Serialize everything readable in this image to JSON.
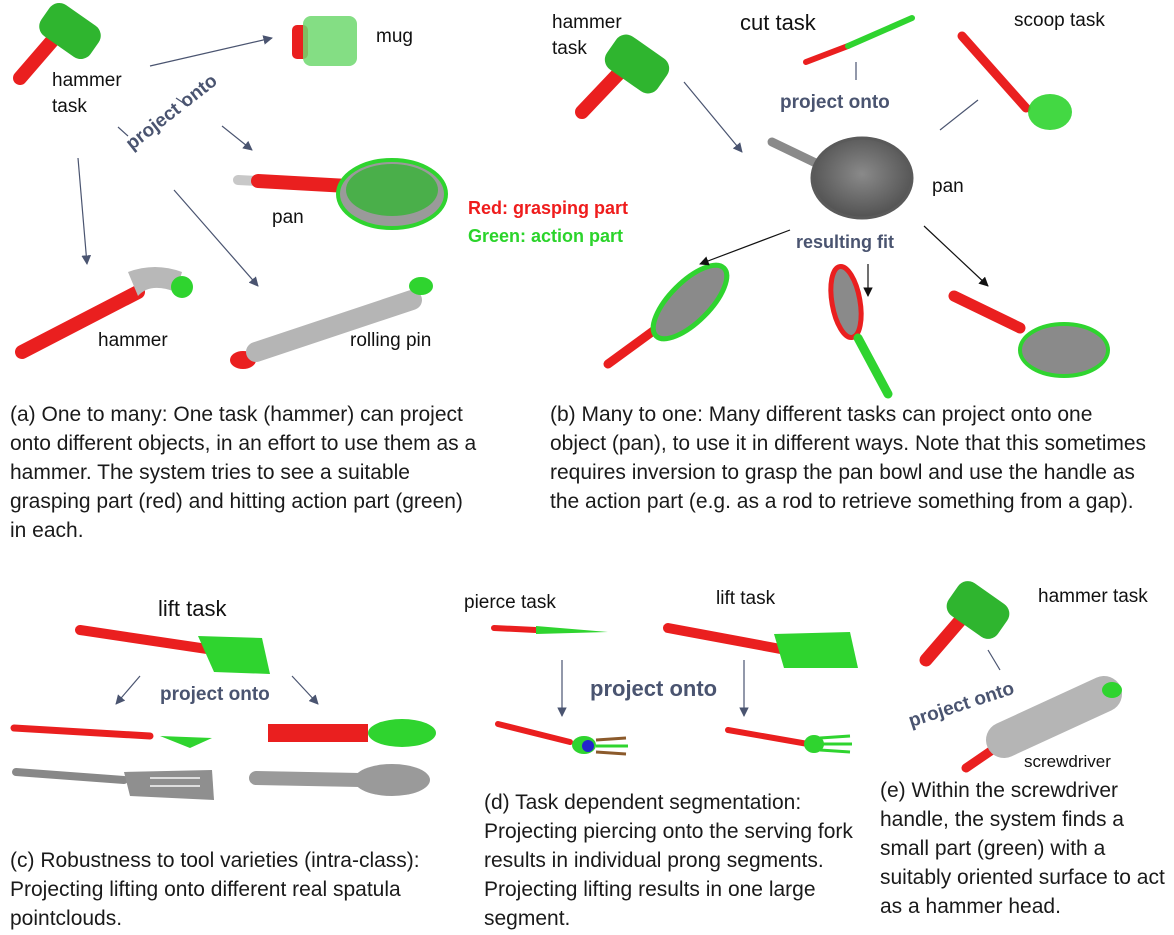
{
  "colors": {
    "grasp": "#ea1f1f",
    "action": "#2fd42f",
    "gray": "#a8a8a8",
    "arrow": "#4a5470",
    "pan": "#6e6e6e"
  },
  "panel_a": {
    "task_label": "hammer\ntask",
    "project_label": "project onto",
    "objects": {
      "mug": "mug",
      "pan": "pan",
      "hammer": "hammer",
      "rolling_pin": "rolling pin"
    },
    "caption": "(a) One to many: One task (hammer) can project onto different objects, in an effort to use them as a hammer. The system tries to see a suitable grasping part (red) and hitting action part (green) in each."
  },
  "legend": {
    "red": "Red: grasping part",
    "green": "Green: action part"
  },
  "panel_b": {
    "hammer_task": "hammer\ntask",
    "cut_task": "cut task",
    "scoop_task": "scoop task",
    "project_label": "project onto",
    "pan_label": "pan",
    "result_label": "resulting fit",
    "caption": "(b) Many to one: Many different tasks can project onto one object (pan), to use it in different ways. Note that this sometimes requires inversion to grasp the pan bowl and use the handle as the action part (e.g. as a rod to retrieve something from a gap)."
  },
  "panel_c": {
    "task_label": "lift task",
    "project_label": "project onto",
    "caption": "(c) Robustness to tool varieties (intra-class): Projecting lifting onto different real spatula pointclouds."
  },
  "panel_d": {
    "pierce_task": "pierce task",
    "lift_task": "lift task",
    "project_label": "project onto",
    "caption": "(d) Task dependent segmentation: Projecting piercing onto the serving fork results in individual prong segments. Projecting lifting results in one large segment."
  },
  "panel_e": {
    "task_label": "hammer task",
    "project_label": "project onto",
    "object_label": "screwdriver",
    "caption": "(e) Within the screwdriver handle, the system finds a small part (green) with a suitably oriented surface to act as a hammer head."
  }
}
